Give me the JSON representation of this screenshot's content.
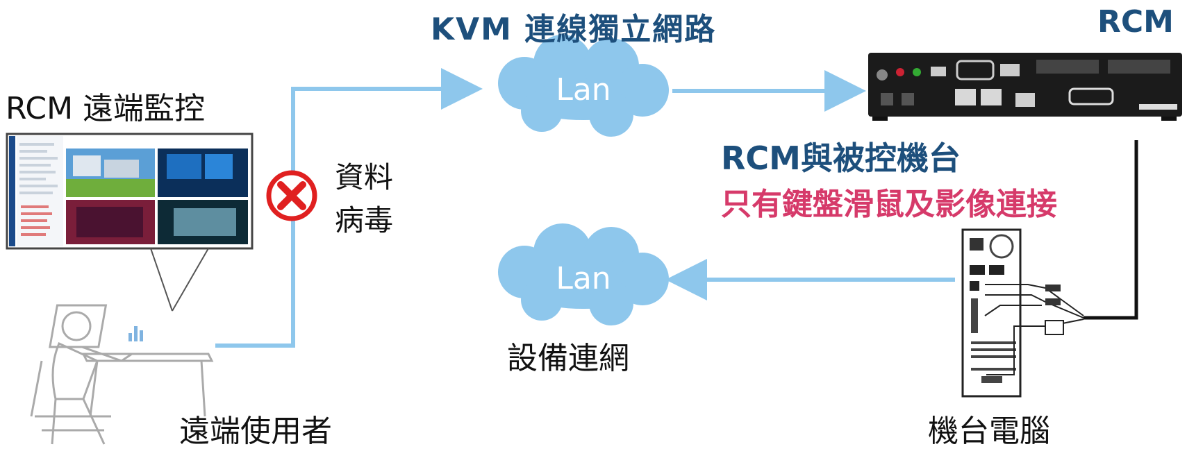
{
  "titles": {
    "kvm_network": "KVM 連線獨立網路",
    "rcm": "RCM"
  },
  "remote_monitor": {
    "label": "RCM 遠端監控"
  },
  "virus_block": {
    "line1": "資料",
    "line2": "病毒",
    "icon": "blocked-x-icon"
  },
  "clouds": {
    "top_label": "Lan",
    "bottom_label": "Lan"
  },
  "rcm_connection": {
    "line1": "RCM與被控機台",
    "line2": "只有鍵盤滑鼠及影像連接"
  },
  "bottom_labels": {
    "network": "設備連網",
    "remote_user": "遠端使用者",
    "machine": "機台電腦"
  },
  "colors": {
    "title": "#1d4f7c",
    "accent_pink": "#d63a6a",
    "cloud": "#8ec7ec",
    "arrow": "#8ec7ec",
    "block_red": "#e02020"
  }
}
